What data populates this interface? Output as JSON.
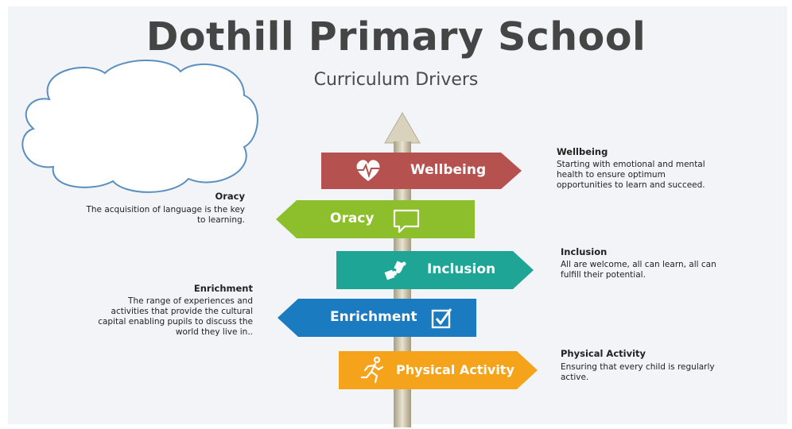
{
  "header": {
    "title": "Dothill Primary School",
    "subtitle": "Curriculum Drivers"
  },
  "signs": {
    "wellbeing": {
      "label": "Wellbeing",
      "color": "#b5514f",
      "icon": "heart-pulse-icon"
    },
    "oracy": {
      "label": "Oracy",
      "color": "#8cbf2b",
      "icon": "speech-bubble-icon"
    },
    "inclusion": {
      "label": "Inclusion",
      "color": "#1fa596",
      "icon": "puzzle-pieces-icon"
    },
    "enrichment": {
      "label": "Enrichment",
      "color": "#1b7bc0",
      "icon": "checkbox-icon"
    },
    "physical": {
      "label": "Physical Activity",
      "color": "#f5a31a",
      "icon": "running-person-icon"
    }
  },
  "descriptions": {
    "wellbeing": {
      "heading": "Wellbeing",
      "lines": [
        "Starting with emotional and mental",
        "health to ensure optimum",
        "opportunities to learn and succeed."
      ]
    },
    "oracy": {
      "heading": "Oracy",
      "lines": [
        "The acquisition of language is the key",
        "to learning."
      ]
    },
    "inclusion": {
      "heading": "Inclusion",
      "lines": [
        "All are welcome, all can learn, all can",
        "fulfill their potential."
      ]
    },
    "enrichment": {
      "heading": "Enrichment",
      "lines": [
        "The range of experiences and",
        "activities that provide the cultural",
        "capital enabling pupils to discuss the",
        "world they live in.."
      ]
    },
    "physical": {
      "heading": "Physical Activity",
      "lines": [
        "Ensuring that every child is regularly",
        "active."
      ]
    }
  }
}
